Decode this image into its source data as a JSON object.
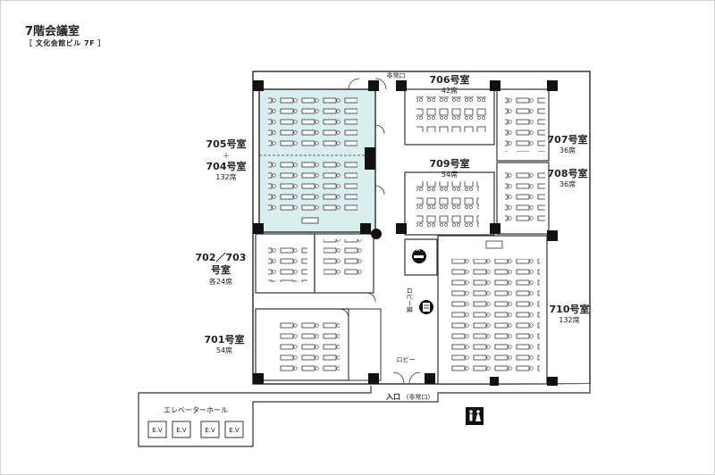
{
  "page": {
    "title": "7階会議室",
    "subtitle": "［ 文化会館ビル 7F ］"
  },
  "rooms": {
    "r705_704": {
      "line1": "705号室",
      "plus": "＋",
      "line2": "704号室",
      "seats": "132席",
      "fill": "#d9eeee"
    },
    "r706": {
      "name": "706号室",
      "seats": "42席"
    },
    "r707": {
      "name": "707号室",
      "seats": "36席"
    },
    "r708": {
      "name": "708号室",
      "seats": "36席"
    },
    "r709": {
      "name": "709号室",
      "seats": "54席"
    },
    "r702_703": {
      "line1": "702／703",
      "line2": "号室",
      "seats": "各24席"
    },
    "r701": {
      "name": "701号室",
      "seats": "54席"
    },
    "r710": {
      "name": "710号室",
      "seats": "132席"
    }
  },
  "areas": {
    "emergency_exit": "非常口",
    "lobby_machine": "ロビー機",
    "lobby": "ロビー",
    "entrance": "入口",
    "entrance_note": "(非常口)",
    "elevator_hall": "エレベーターホール",
    "ev_labels": [
      "E.V",
      "E.V",
      "E.V",
      "E.V"
    ]
  },
  "icons": {
    "smoking": "smoking-icon",
    "lobby_device": "lobby-device-icon",
    "restroom": "restroom-icon"
  },
  "colors": {
    "wall": "#333333",
    "pillar": "#111111",
    "highlight_room": "#d9eeee"
  }
}
